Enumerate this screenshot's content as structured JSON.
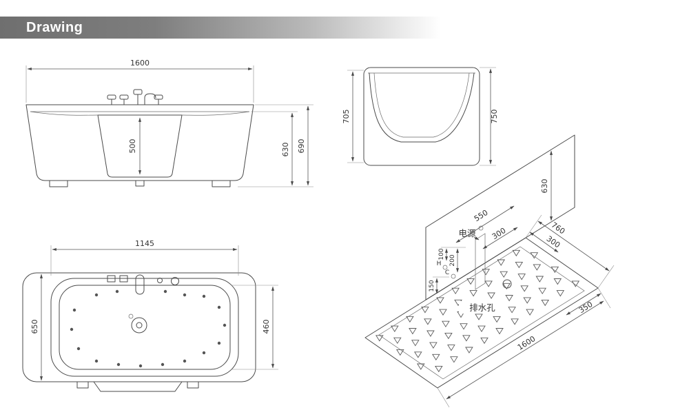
{
  "header": {
    "title": "Drawing"
  },
  "front_view": {
    "overall_width": "1600",
    "inner_depth": "500",
    "rim_height": "630",
    "overall_height": "690"
  },
  "side_view": {
    "left_height": "705",
    "right_height": "750"
  },
  "plan_view": {
    "basin_length": "1145",
    "outer_width": "650",
    "basin_width": "460"
  },
  "iso_view": {
    "panel_height": "630",
    "power_offset_a": "550",
    "power_offset_b": "300",
    "power_label": "电源",
    "hot_label": "H",
    "cold_label": "C",
    "dim_100": "100",
    "dim_200": "200",
    "dim_150": "150",
    "top_edge_width": "760",
    "top_edge_offset": "300",
    "side_edge_offset": "350",
    "bottom_edge_length": "1600",
    "drain_label": "排水孔"
  },
  "colors": {
    "banner_gray": "#6f6f6f",
    "line_color": "#4a4a4a"
  }
}
